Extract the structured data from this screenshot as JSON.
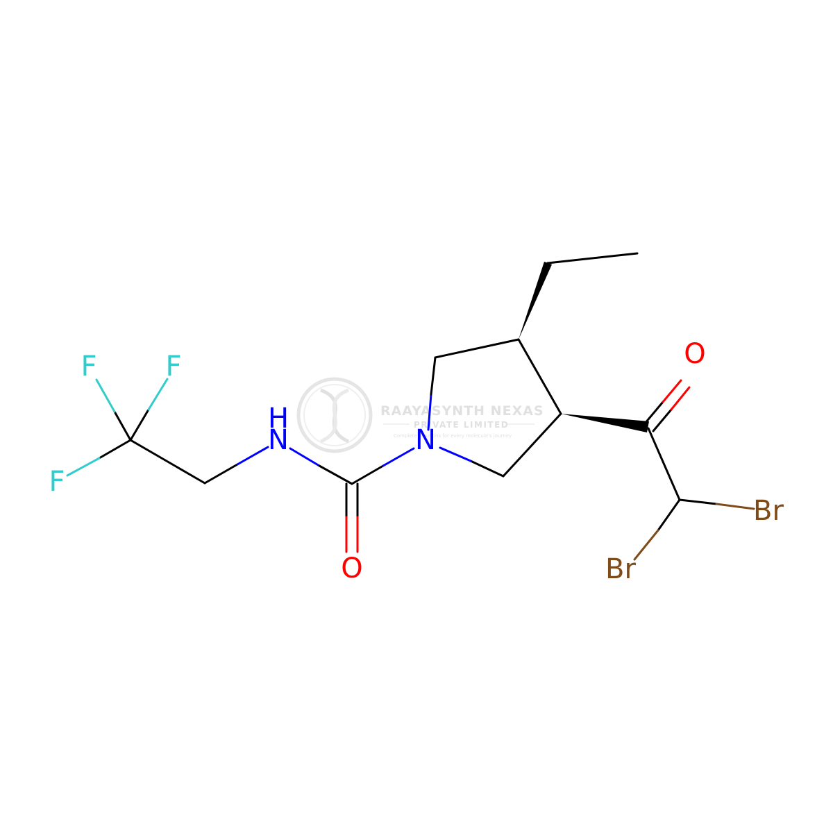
{
  "molecule": {
    "atoms": {
      "F1": "F",
      "F2": "F",
      "F3": "F",
      "NH_H": "H",
      "NH_N": "N",
      "N_ring": "N",
      "O_urea": "O",
      "O_ketone": "O",
      "Br1": "Br",
      "Br2": "Br"
    }
  },
  "watermark": {
    "title": "RAAYASYNTH NEXAS",
    "subtitle": "PRIVATE LIMITED",
    "tagline": "Complete Solutions for every molecule's journey"
  },
  "colors": {
    "bond": "#000000",
    "nitrogen": "#0000FF",
    "oxygen": "#FF0000",
    "fluorine": "#33CCCC",
    "bromine": "#7F4C19",
    "watermark": "#c8c8c8"
  }
}
